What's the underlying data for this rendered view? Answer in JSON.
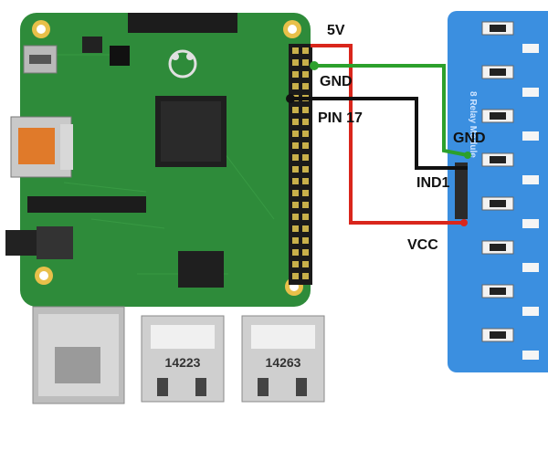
{
  "labels": {
    "five_v": "5V",
    "gnd_pi": "GND",
    "pin17": "PIN 17",
    "gnd_relay": "GND",
    "in1": "IND1",
    "vcc": "VCC"
  },
  "board_markings": {
    "usb_left_code": "14223",
    "usb_right_code": "14263",
    "relay_title": "8 Relay Module"
  },
  "colors": {
    "wire_5v": "#d9261c",
    "wire_gnd": "#2ca02c",
    "wire_pin17": "#111111",
    "pcb_green": "#2e8b3a",
    "relay_blue": "#3b8fe0"
  }
}
